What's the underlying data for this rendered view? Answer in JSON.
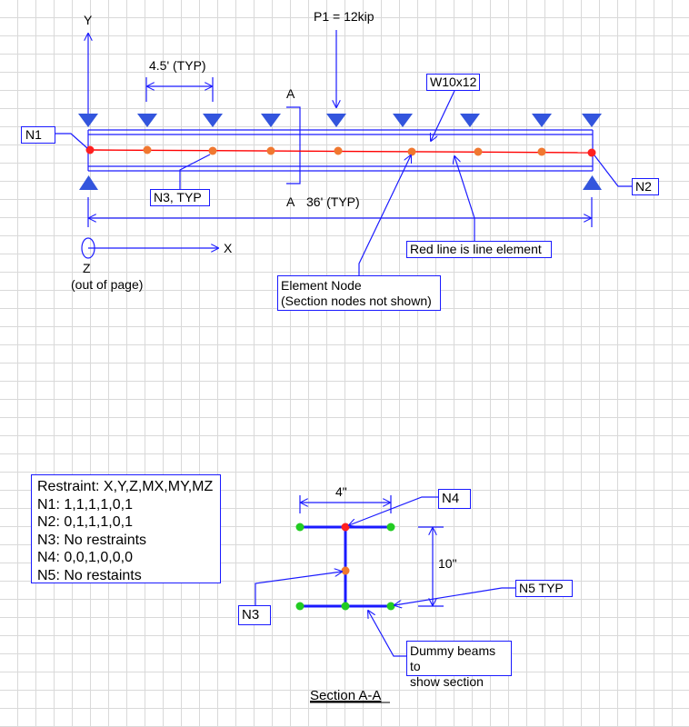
{
  "elevation": {
    "load_label": "P1 = 12kip",
    "spacing_label": "4.5' (TYP)",
    "section_cut_letter": "A",
    "span_label": "36' (TYP)",
    "axis_y": "Y",
    "axis_x": "X",
    "axis_z": "Z",
    "axis_z_note": "(out of page)",
    "callouts": {
      "n1": "N1",
      "n2": "N2",
      "n3_typ": "N3, TYP",
      "w10x12": "W10x12",
      "red_line": "Red line is line element",
      "element_node": [
        "Element Node",
        "(Section nodes not shown)"
      ]
    }
  },
  "restraints": {
    "header": "Restraint: X,Y,Z,MX,MY,MZ",
    "rows": [
      "N1: 1,1,1,1,0,1",
      "N2: 0,1,1,1,0,1",
      "N3: No restraints",
      "N4: 0,0,1,0,0,0",
      "N5: No restaints"
    ]
  },
  "section": {
    "width_label": "4\"",
    "depth_label": "10\"",
    "n4": "N4",
    "n3": "N3",
    "n5_typ": "N5 TYP",
    "dummy_note": [
      "Dummy beams to",
      "show section"
    ],
    "title": "Section A-A"
  },
  "colors": {
    "line": "#1a1aff",
    "element": "#ff0000",
    "end_node": "#ff2020",
    "mid_node": "#f07830",
    "section_node": "#22cc22",
    "support": "#3355dd"
  }
}
